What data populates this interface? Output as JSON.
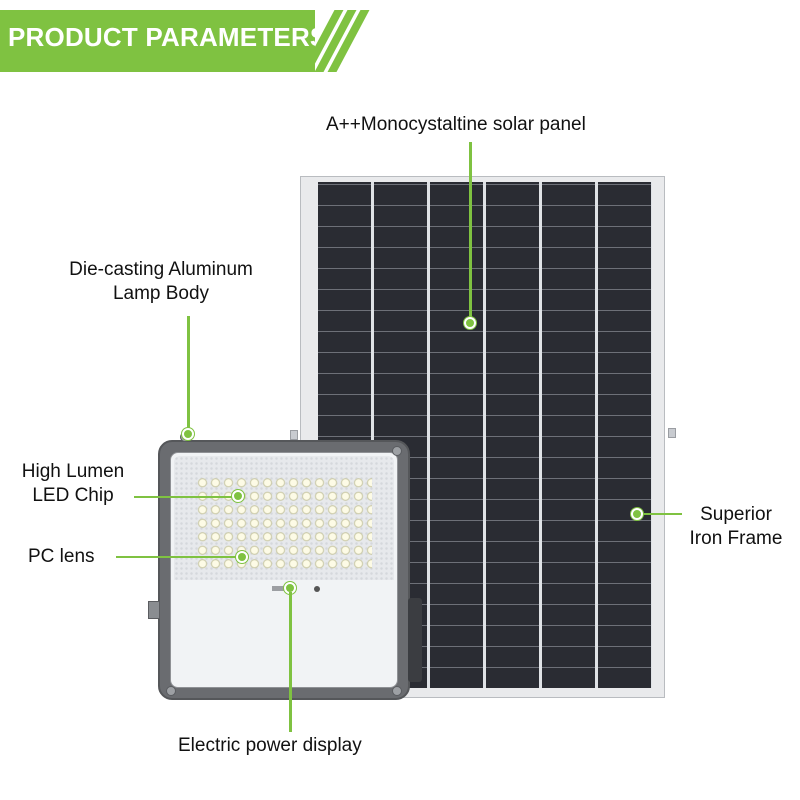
{
  "header": {
    "title": "PRODUCT PARAMETERS",
    "accent_color": "#7fc241"
  },
  "callouts": {
    "solar_panel": "A++Monocystaltine solar panel",
    "lamp_body_line1": "Die-casting Aluminum",
    "lamp_body_line2": "Lamp Body",
    "led_chip_line1": "High Lumen",
    "led_chip_line2": "LED Chip",
    "pc_lens": "PC lens",
    "iron_frame_line1": "Superior",
    "iron_frame_line2": "Iron Frame",
    "power_display": "Electric power display"
  }
}
